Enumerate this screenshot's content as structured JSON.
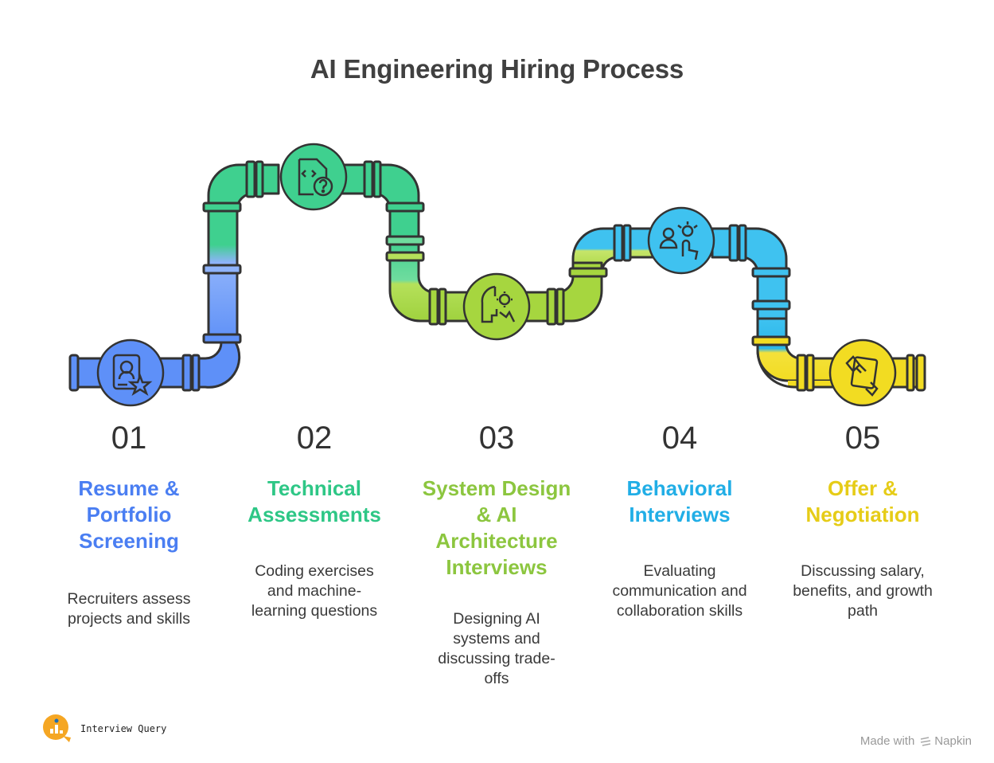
{
  "title": "AI Engineering Hiring Process",
  "colors": {
    "blue": "#4f86f7",
    "green": "#2ec786",
    "lime": "#8fca2e",
    "cyan": "#22b3ea",
    "yellow": "#e2cc16"
  },
  "steps": [
    {
      "number": "01",
      "title_lines": [
        "Resume &",
        "Portfolio",
        "Screening"
      ],
      "desc_lines": [
        "Recruiters assess",
        "projects and skills"
      ],
      "color": "#4a7ef2",
      "icon": "resume-star-icon"
    },
    {
      "number": "02",
      "title_lines": [
        "Technical",
        "Assessments"
      ],
      "desc_lines": [
        "Coding exercises",
        "and machine-",
        "learning questions"
      ],
      "color": "#2ec786",
      "icon": "code-question-icon"
    },
    {
      "number": "03",
      "title_lines": [
        "System Design",
        "& AI",
        "Architecture",
        "Interviews"
      ],
      "desc_lines": [
        "Designing AI",
        "systems and",
        "discussing trade-",
        "offs"
      ],
      "color": "#8cc63f",
      "icon": "brain-gear-icon"
    },
    {
      "number": "04",
      "title_lines": [
        "Behavioral",
        "Interviews"
      ],
      "desc_lines": [
        "Evaluating",
        "communication and",
        "collaboration skills"
      ],
      "color": "#21aee6",
      "icon": "people-interaction-icon"
    },
    {
      "number": "05",
      "title_lines": [
        "Offer &",
        "Negotiation"
      ],
      "desc_lines": [
        "Discussing salary,",
        "benefits, and growth",
        "path"
      ],
      "color": "#e6cc17",
      "icon": "handshake-document-icon"
    }
  ],
  "brand": {
    "name": "Interview Query"
  },
  "credit": {
    "prefix": "Made with",
    "name": "Napkin"
  }
}
